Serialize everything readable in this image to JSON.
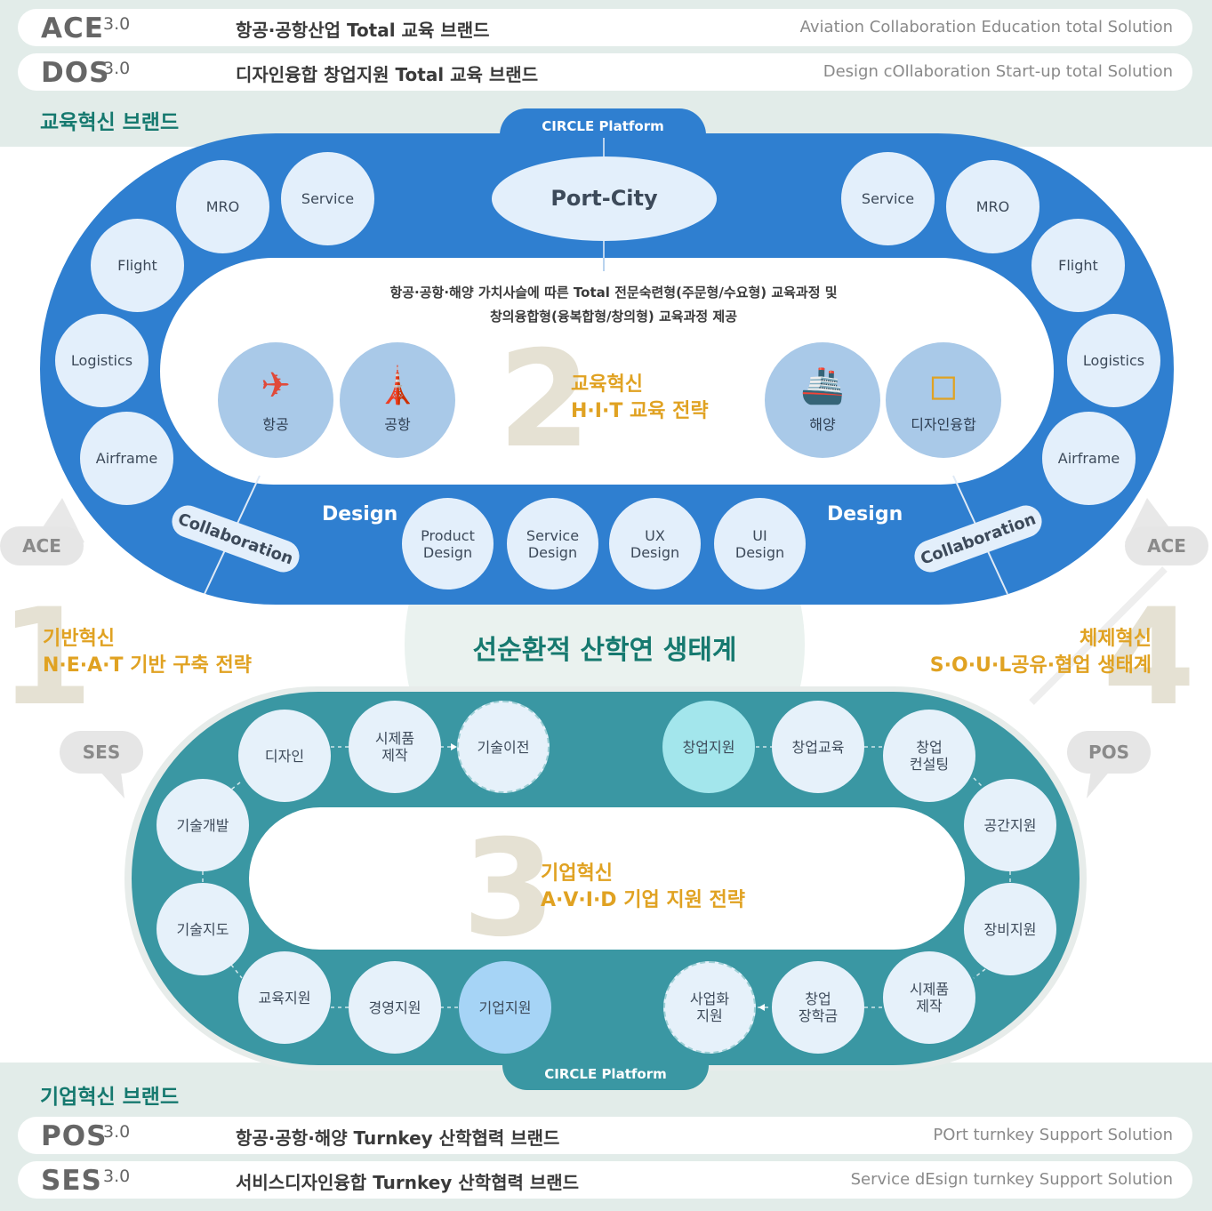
{
  "brands_top": [
    {
      "name": "ACE",
      "version": "3.0",
      "desc": "항공·공항산업  Total 교육 브랜드",
      "eng": "Aviation Collaboration Education total Solution"
    },
    {
      "name": "DOS",
      "version": "3.0",
      "desc": "디자인융합 창업지원 Total 교육 브랜드",
      "eng": "Design cOllaboration Start-up total Solution"
    }
  ],
  "section_top": "교육혁신 브랜드",
  "platform_label": "CIRCLE Platform",
  "port_city": "Port-City",
  "top_ring": {
    "left": [
      "MRO",
      "Service",
      "Flight",
      "Logistics",
      "Airframe"
    ],
    "right": [
      "Service",
      "MRO",
      "Flight",
      "Logistics",
      "Airframe"
    ],
    "collaboration": "Collaboration",
    "design": "Design",
    "designs": [
      [
        "Product",
        "Design"
      ],
      [
        "Service",
        "Design"
      ],
      [
        "UX",
        "Design"
      ],
      [
        "UI",
        "Design"
      ]
    ]
  },
  "top_inner": {
    "desc1": "항공·공항·해양 가치사슬에 따른 Total 전문숙련형(주문형/수요형) 교육과정 및",
    "desc2": "창의융합형(융복합형/창의형) 교육과정 제공",
    "industries": [
      {
        "icon": "airplane-icon",
        "glyph": "✈",
        "label": "항공"
      },
      {
        "icon": "airport-tower-icon",
        "glyph": "🗼",
        "label": "공항"
      },
      {
        "icon": "ship-icon",
        "glyph": "🚢",
        "label": "해양"
      },
      {
        "icon": "shapes-icon",
        "glyph": "◻",
        "label": "디자인융합"
      }
    ],
    "num": "2",
    "strategy1": "교육혁신",
    "strategy2": "H·I·T 교육 전략"
  },
  "side_labels": {
    "ace": "ACE",
    "ses": "SES",
    "pos": "POS"
  },
  "left_strategy": {
    "num": "1",
    "title": "기반혁신",
    "sub": "N·E·A·T 기반 구축 전략"
  },
  "right_strategy": {
    "num": "4",
    "title": "체제혁신",
    "sub": "S·O·U·L공유·협업 생태계"
  },
  "center_title": "선순환적 산학연 생태계",
  "bottom_ring": {
    "top_left": [
      "디자인",
      "시제품\n제작",
      "기술이전"
    ],
    "top_right": [
      "창업지원",
      "창업교육",
      "창업\n컨설팅"
    ],
    "left": [
      "기술개발",
      "기술지도"
    ],
    "right": [
      "공간지원",
      "장비지원"
    ],
    "bottom_left": [
      "교육지원",
      "경영지원",
      "기업지원"
    ],
    "bottom_right": [
      "사업화\n지원",
      "창업\n장학금",
      "시제품\n제작"
    ]
  },
  "bottom_inner": {
    "num": "3",
    "strategy1": "기업혁신",
    "strategy2": "A·V·I·D 기업 지원 전략"
  },
  "section_bottom": "기업혁신 브랜드",
  "brands_bottom": [
    {
      "name": "POS",
      "version": "3.0",
      "desc": "항공·공항·해양 Turnkey 산학협력 브랜드",
      "eng": "POrt turnkey Support Solution"
    },
    {
      "name": "SES",
      "version": "3.0",
      "desc": "서비스디자인융합 Turnkey 산학협력 브랜드",
      "eng": "Service dEsign turnkey Support Solution"
    }
  ],
  "colors": {
    "blue": "#2f7fd0",
    "teal": "#3a97a3",
    "gold": "#e0a222",
    "section": "#16796f"
  }
}
